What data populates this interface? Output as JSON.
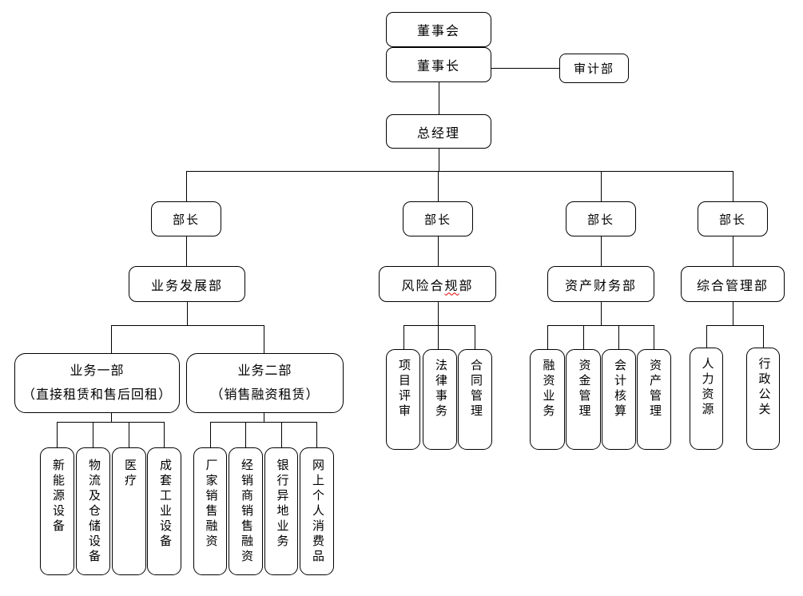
{
  "diagram": {
    "type": "org-chart",
    "board": "董事会",
    "chairman": "董事长",
    "audit_dept": "审计部",
    "general_manager": "总经理",
    "ministers": [
      "部长",
      "部长",
      "部长",
      "部长"
    ],
    "departments": {
      "business_development": "业务发展部",
      "risk_compliance": {
        "pre": "风险合",
        "misspelled": "规",
        "post": "部"
      },
      "asset_finance": "资产财务部",
      "general_admin": "综合管理部"
    },
    "business_units": {
      "unit1": {
        "name": "业务一部",
        "note": "（直接租赁和售后回租）"
      },
      "unit2": {
        "name": "业务二部",
        "note": "（销售融资租赁）"
      }
    },
    "unit1_lines": [
      "新能源设备",
      "物流及仓储设备",
      "医疗",
      "成套工业设备"
    ],
    "unit2_lines": [
      "厂家销售融资",
      "经销商销售融资",
      "银行异地业务",
      "网上个人消费品"
    ],
    "risk_functions": [
      "项目评审",
      "法律事务",
      "合同管理"
    ],
    "asset_functions": [
      "融资业务",
      "资金管理",
      "会计核算",
      "资产管理"
    ],
    "admin_functions": [
      "人力资源",
      "行政公关"
    ]
  },
  "colors": {
    "box_border": "#000000",
    "box_fill": "#ffffff",
    "line": "#000000",
    "text": "#000000",
    "spellcheck_underline": "#e00000"
  }
}
